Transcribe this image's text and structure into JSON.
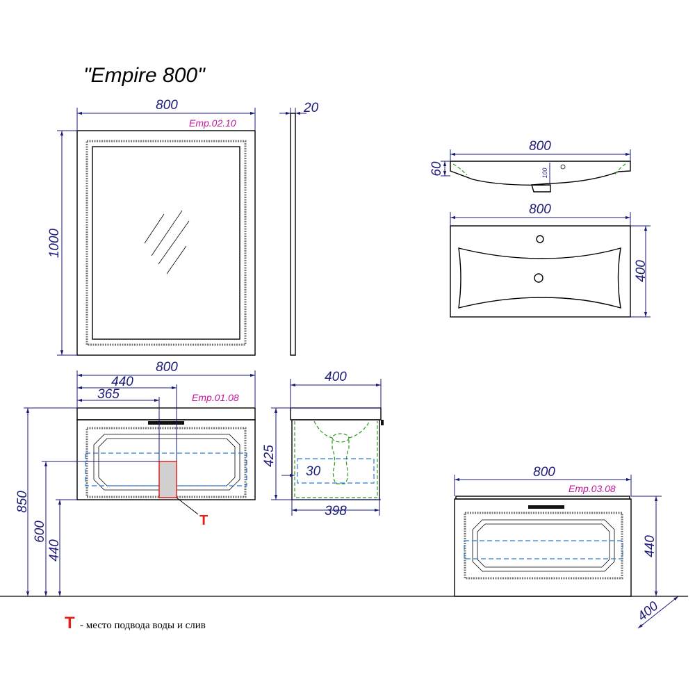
{
  "title": "\"Empire 800\"",
  "colors": {
    "dimension": "#1a1a7a",
    "product_code": "#c0169e",
    "marker": "#e0201a",
    "pipes": "#2a9a1a",
    "hidden_lines": "#2a7ad8"
  },
  "mirror": {
    "code": "Emp.02.10",
    "width": "800",
    "height": "1000",
    "depth": "20"
  },
  "basin": {
    "width_side": "800",
    "height": "60",
    "inner": "100",
    "width_top": "800",
    "depth": "400"
  },
  "cabinet": {
    "code": "Emp.01.08",
    "width": "800",
    "offset_a": "440",
    "offset_b": "365",
    "front_height": "425",
    "side_width": "400",
    "side_inner": "398",
    "pipe_offset": "30",
    "height_850": "850",
    "height_600": "600",
    "height_440": "440"
  },
  "cabinet2": {
    "code": "Emp.03.08",
    "width": "800",
    "height": "440",
    "depth": "400"
  },
  "legend": {
    "symbol": "T",
    "text": "- место подвода воды и слив"
  }
}
